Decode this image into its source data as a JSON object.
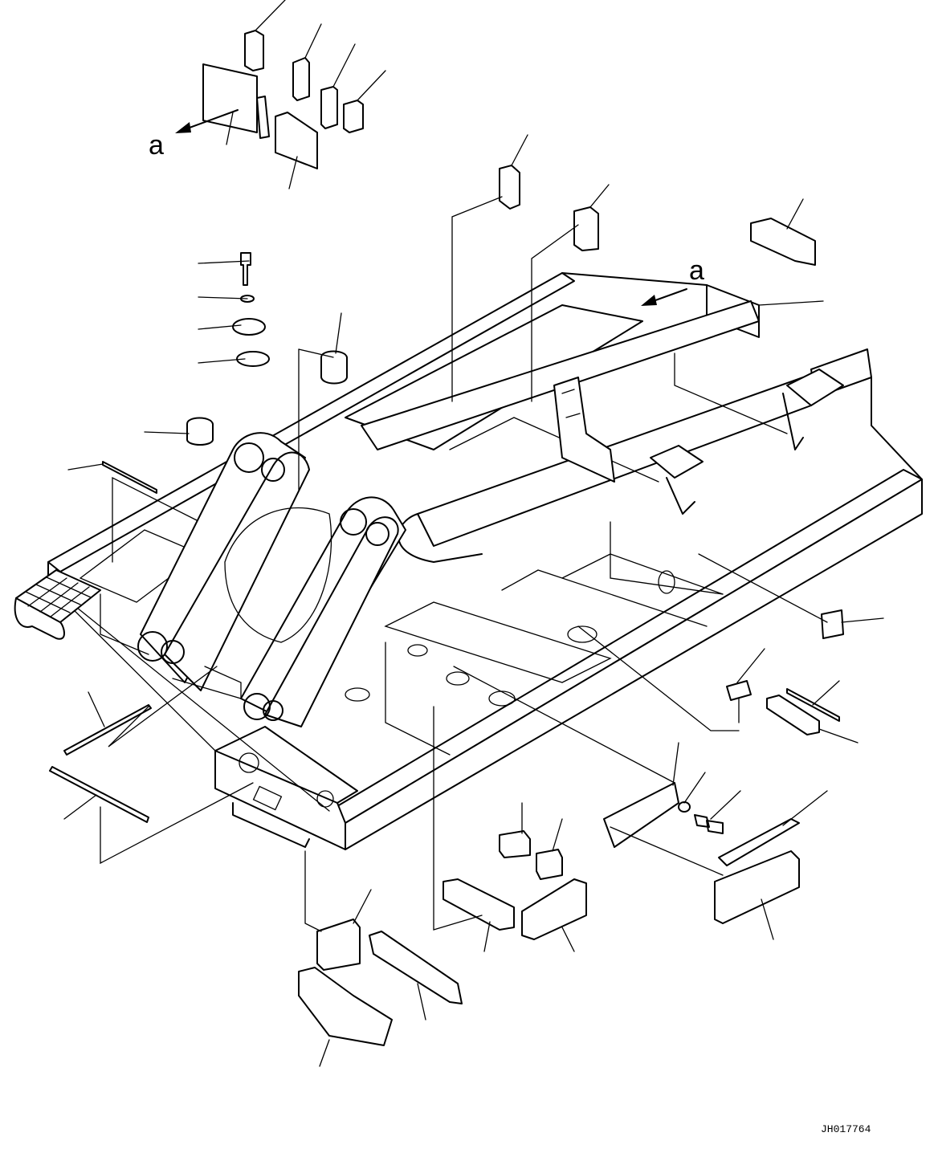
{
  "view_marker": "a",
  "view_marker_2": "a",
  "drawing_number": "JH017764"
}
